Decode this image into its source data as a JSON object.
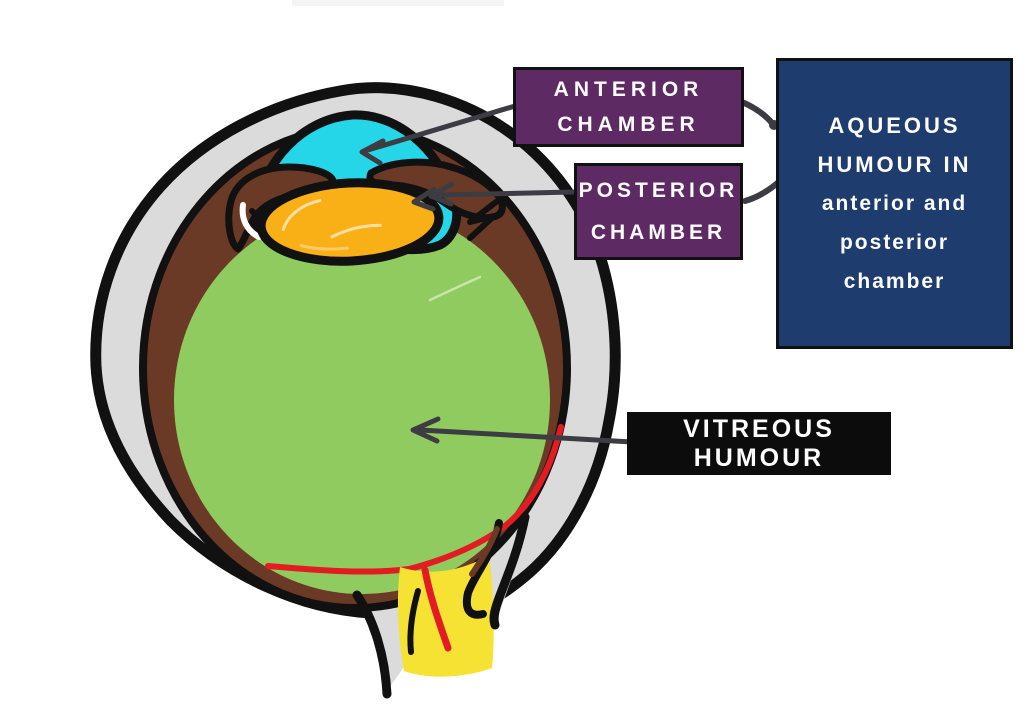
{
  "labels": {
    "anterior_chamber": {
      "lines": [
        "ANTERIOR",
        "CHAMBER"
      ]
    },
    "posterior_chamber": {
      "lines": [
        "POSTERIOR",
        "CHAMBER"
      ]
    },
    "aqueous_humour": {
      "lines": [
        "AQUEOUS",
        "HUMOUR IN",
        "anterior and",
        "posterior",
        "chamber"
      ]
    },
    "vitreous_humour": {
      "text": "VITREOUS HUMOUR"
    }
  },
  "colors": {
    "page_background": "#ffffff",
    "ink": "#111111",
    "label_purple": "#5e2a63",
    "label_navy": "#1e3c6e",
    "label_black": "#0c0c0c",
    "label_text": "#fcfcfc",
    "sclera_gray": "#dbdbdb",
    "choroid_brown": "#6b3a26",
    "vitreous_green": "#90cb5f",
    "aqueous_cyan": "#25d6e9",
    "lens_orange": "#f9b017",
    "optic_nerve_yellow": "#f5e233",
    "vessel_red": "#e31c23",
    "arrow_gray": "#3c3c42",
    "highlight_white": "#ffffff"
  }
}
